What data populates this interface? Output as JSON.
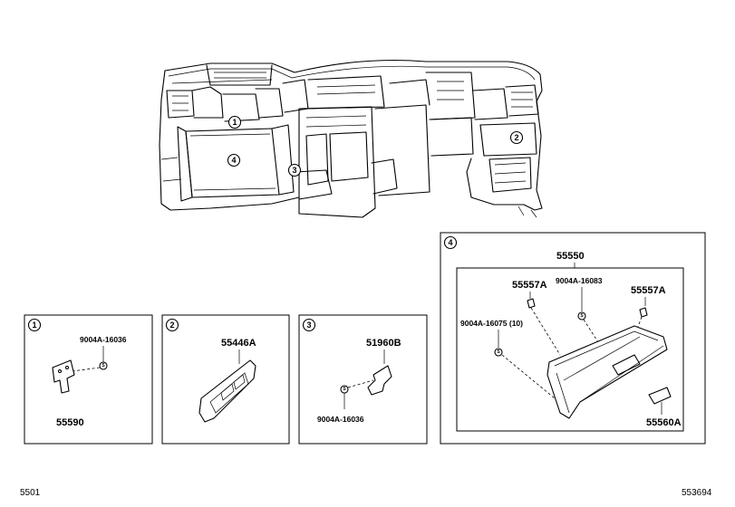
{
  "refs": {
    "r1": "1",
    "r2": "2",
    "r3": "3",
    "r4": "4"
  },
  "panel1": {
    "bolt": "9004A-16036",
    "part": "55590"
  },
  "panel2": {
    "part": "55446A"
  },
  "panel3": {
    "part": "51960B",
    "bolt": "9004A-16036"
  },
  "panel4": {
    "assembly": "55550",
    "hinge_left": "55557A",
    "hinge_right": "55557A",
    "screw_top": "9004A-16083",
    "screw_left": "9004A-16075 (10)",
    "latch": "55560A"
  },
  "footer": {
    "group": "5501",
    "figure": "553694"
  }
}
